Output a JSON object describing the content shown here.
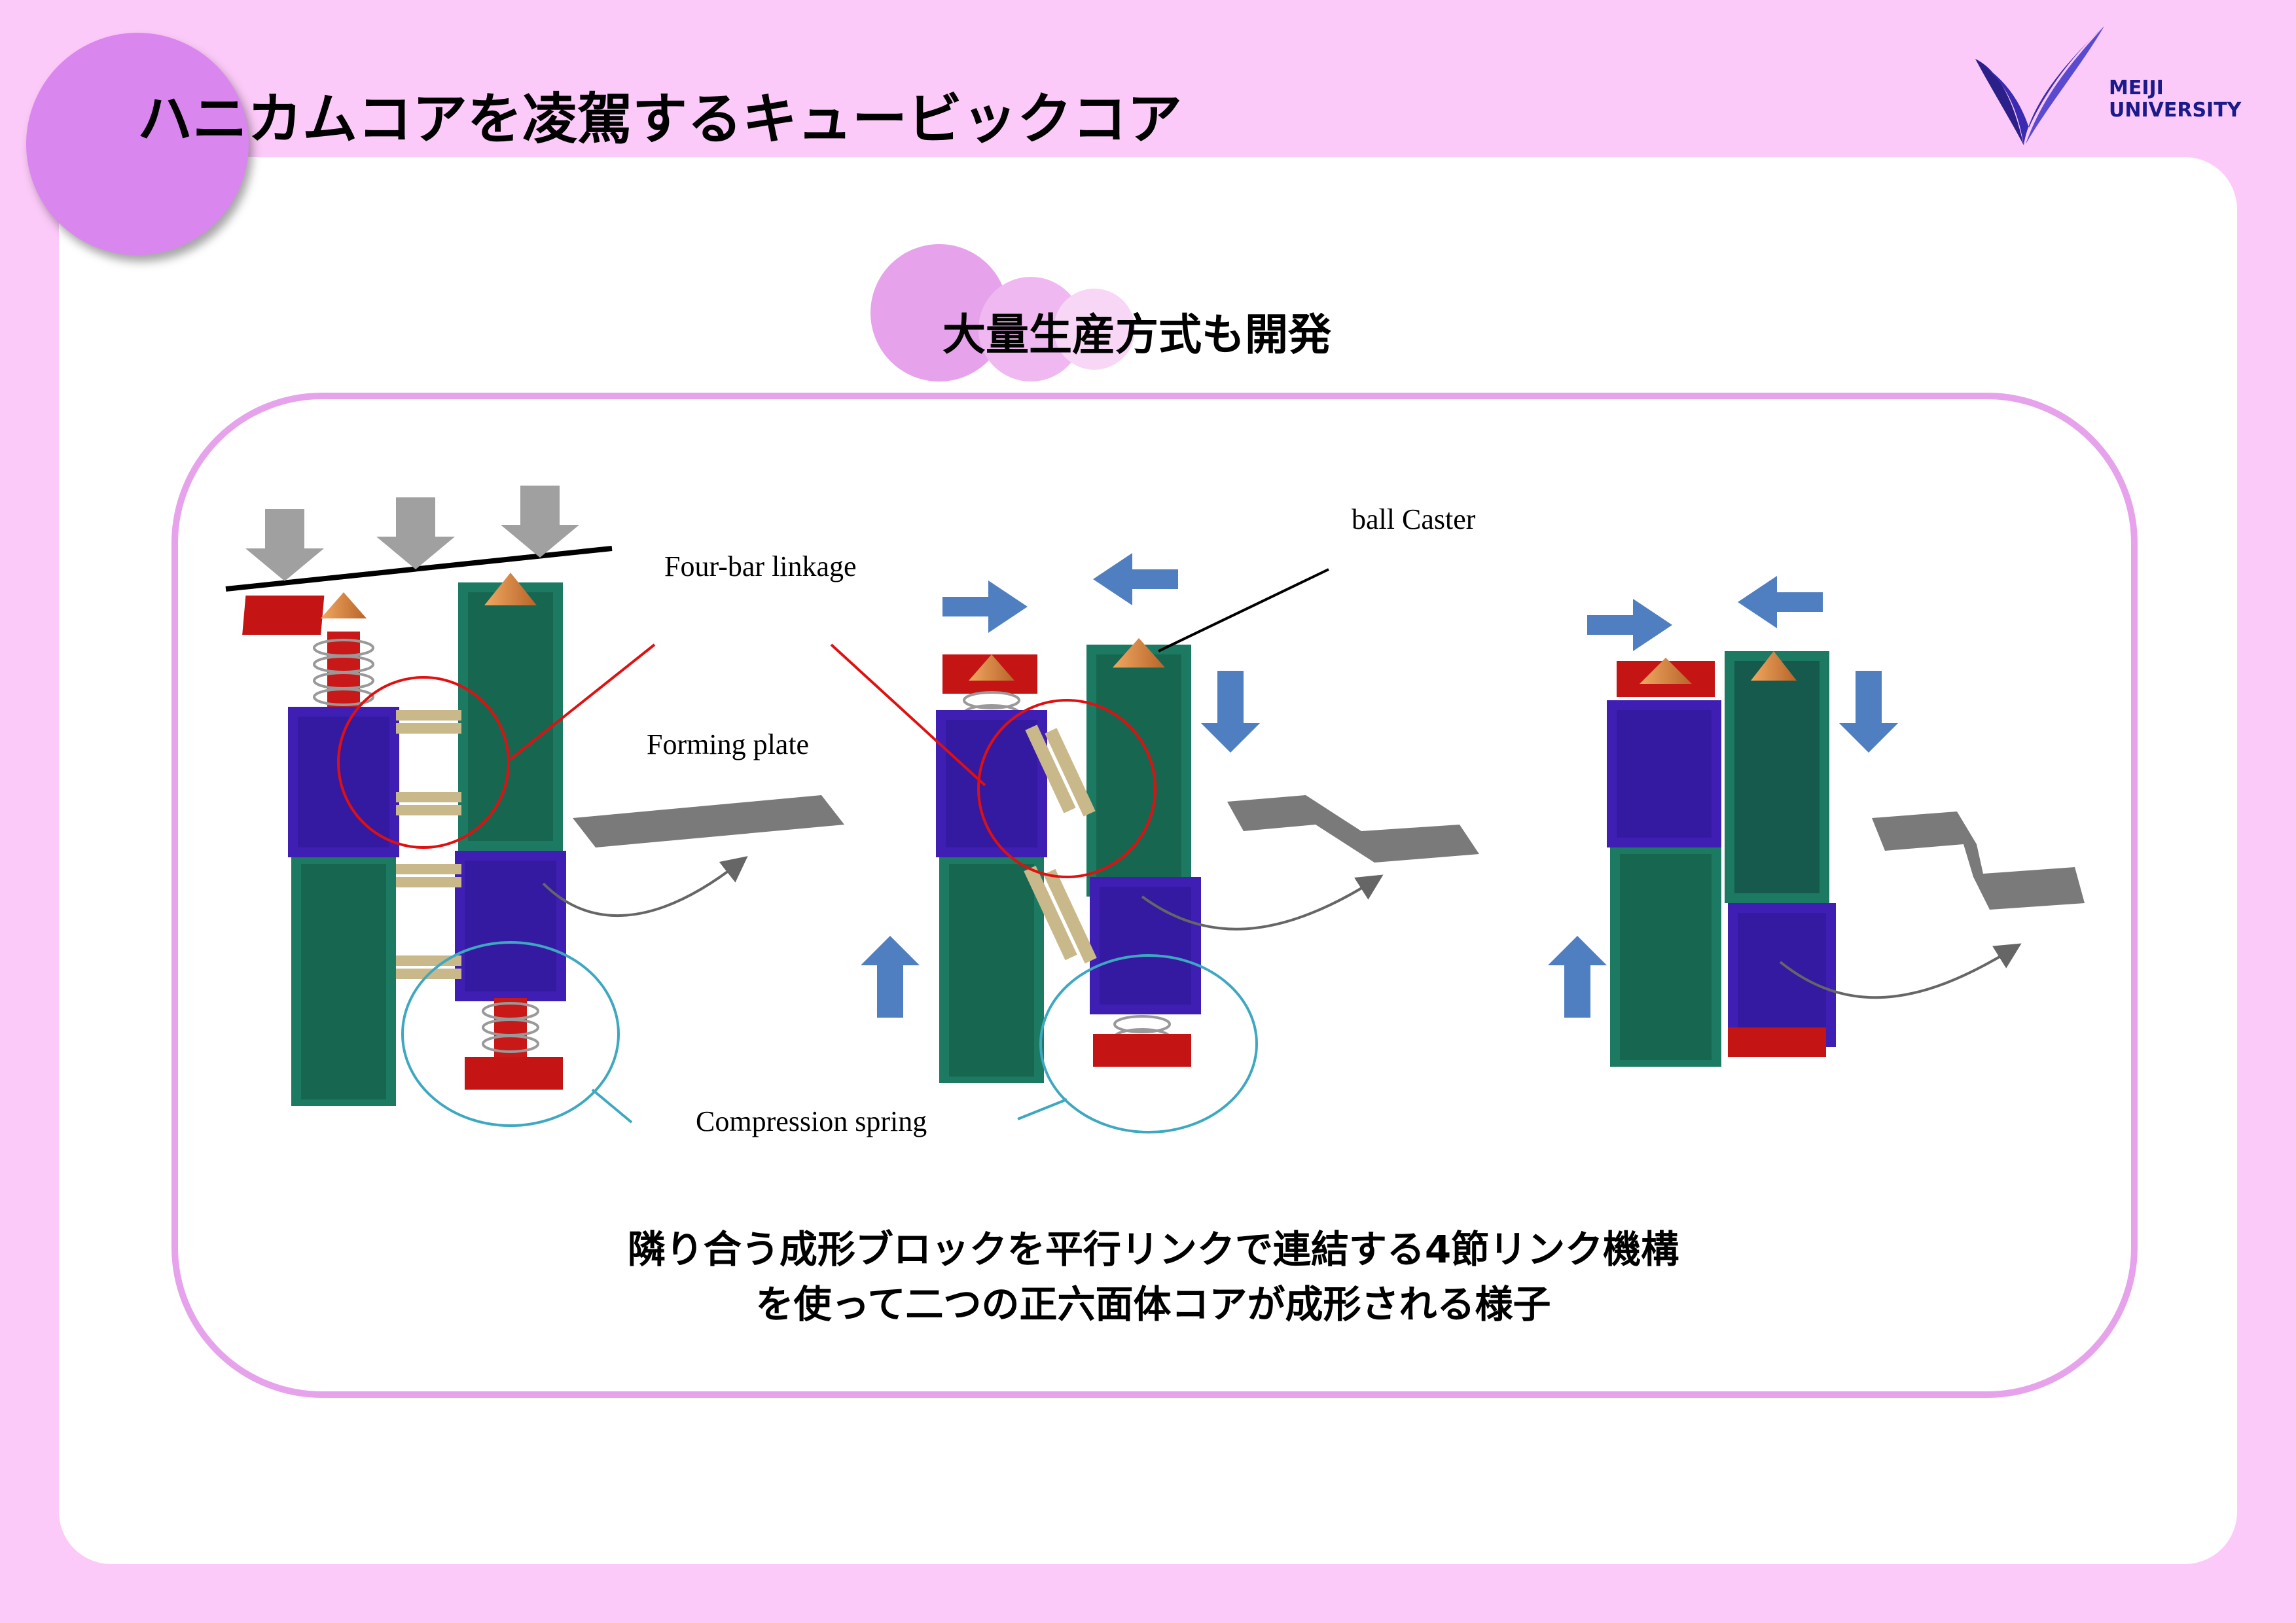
{
  "title": "ハニカムコアを凌駕するキュービックコア",
  "subtitle": "大量生産方式も開発",
  "logo": {
    "line1": "MEIJI",
    "line2": "UNIVERSITY",
    "icon": "meiji-university-logo"
  },
  "labels": {
    "four_bar": "Four-bar linkage",
    "forming_plate": "Forming plate",
    "ball_caster": "ball Caster",
    "compression_spring": "Compression spring"
  },
  "caption": {
    "line1": "隣り合う成形ブロックを平行リンクで連結する4節リンク機構",
    "line2": "を使って二つの正六面体コアが成形される様子"
  },
  "colors": {
    "background": "#fccaf8",
    "green_block": "#1d7a62",
    "blue_block": "#3f1fb3",
    "red_spring": "#d01818",
    "arrow_blue": "#4f7fc0",
    "arrow_gray": "#a0a0a0",
    "accent": "#d986ee"
  }
}
